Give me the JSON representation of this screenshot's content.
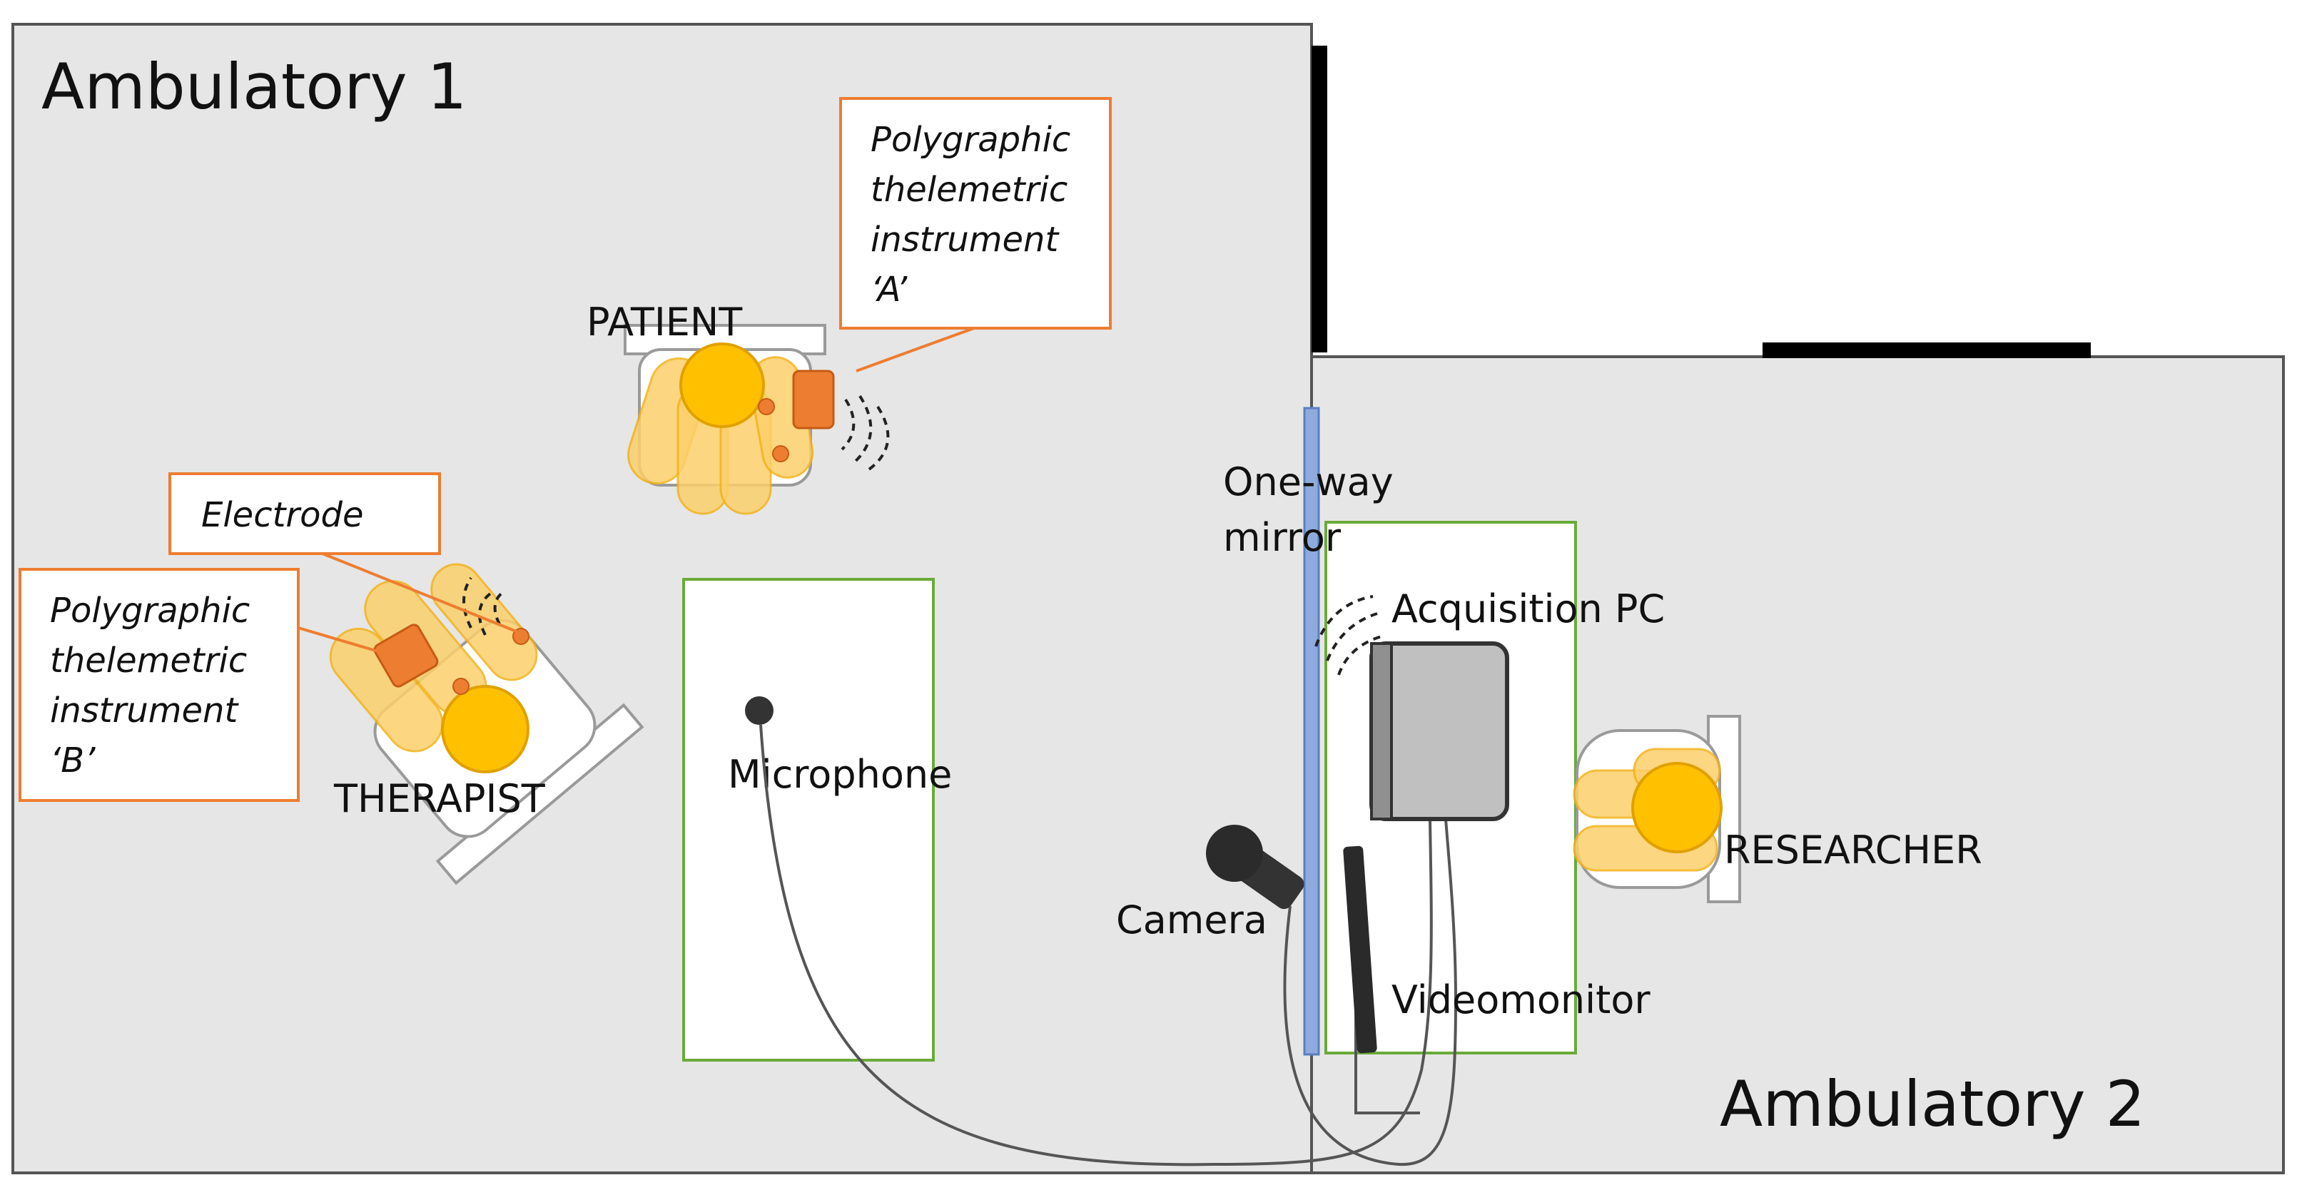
{
  "rooms": {
    "ambulatory_1": "Ambulatory 1",
    "ambulatory_2": "Ambulatory 2"
  },
  "people": {
    "patient": "PATIENT",
    "therapist": "THERAPIST",
    "researcher": "RESEARCHER"
  },
  "callouts": {
    "instrument_a": [
      "Polygraphic",
      "thelemetric",
      "instrument",
      "‘A’"
    ],
    "instrument_b": [
      "Polygraphic",
      "thelemetric",
      "instrument",
      "‘B’"
    ],
    "electrode": "Electrode"
  },
  "equipment": {
    "mirror": [
      "One-way",
      "mirror"
    ],
    "acquisition_pc": "Acquisition PC",
    "microphone": "Microphone",
    "camera": "Camera",
    "videomonitor": "Videomonitor"
  },
  "colors": {
    "person": "#ffc000",
    "instrument": "#ed7d31",
    "table_outline": "#6aaa3a",
    "mirror": "#8faadc",
    "room_fill": "#e6e6e6"
  }
}
